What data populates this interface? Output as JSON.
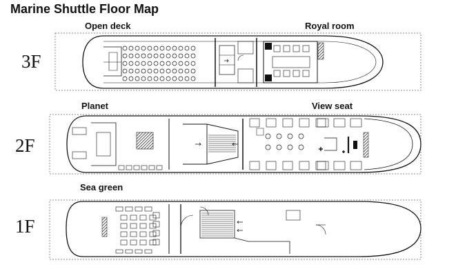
{
  "title": "Marine Shuttle Floor Map",
  "floors": [
    {
      "id": "3F",
      "label": "3F",
      "areas": [
        "Open deck",
        "Royal room"
      ]
    },
    {
      "id": "2F",
      "label": "2F",
      "areas": [
        "Planet",
        "View seat"
      ]
    },
    {
      "id": "1F",
      "label": "1F",
      "areas": [
        "Sea green"
      ]
    }
  ]
}
